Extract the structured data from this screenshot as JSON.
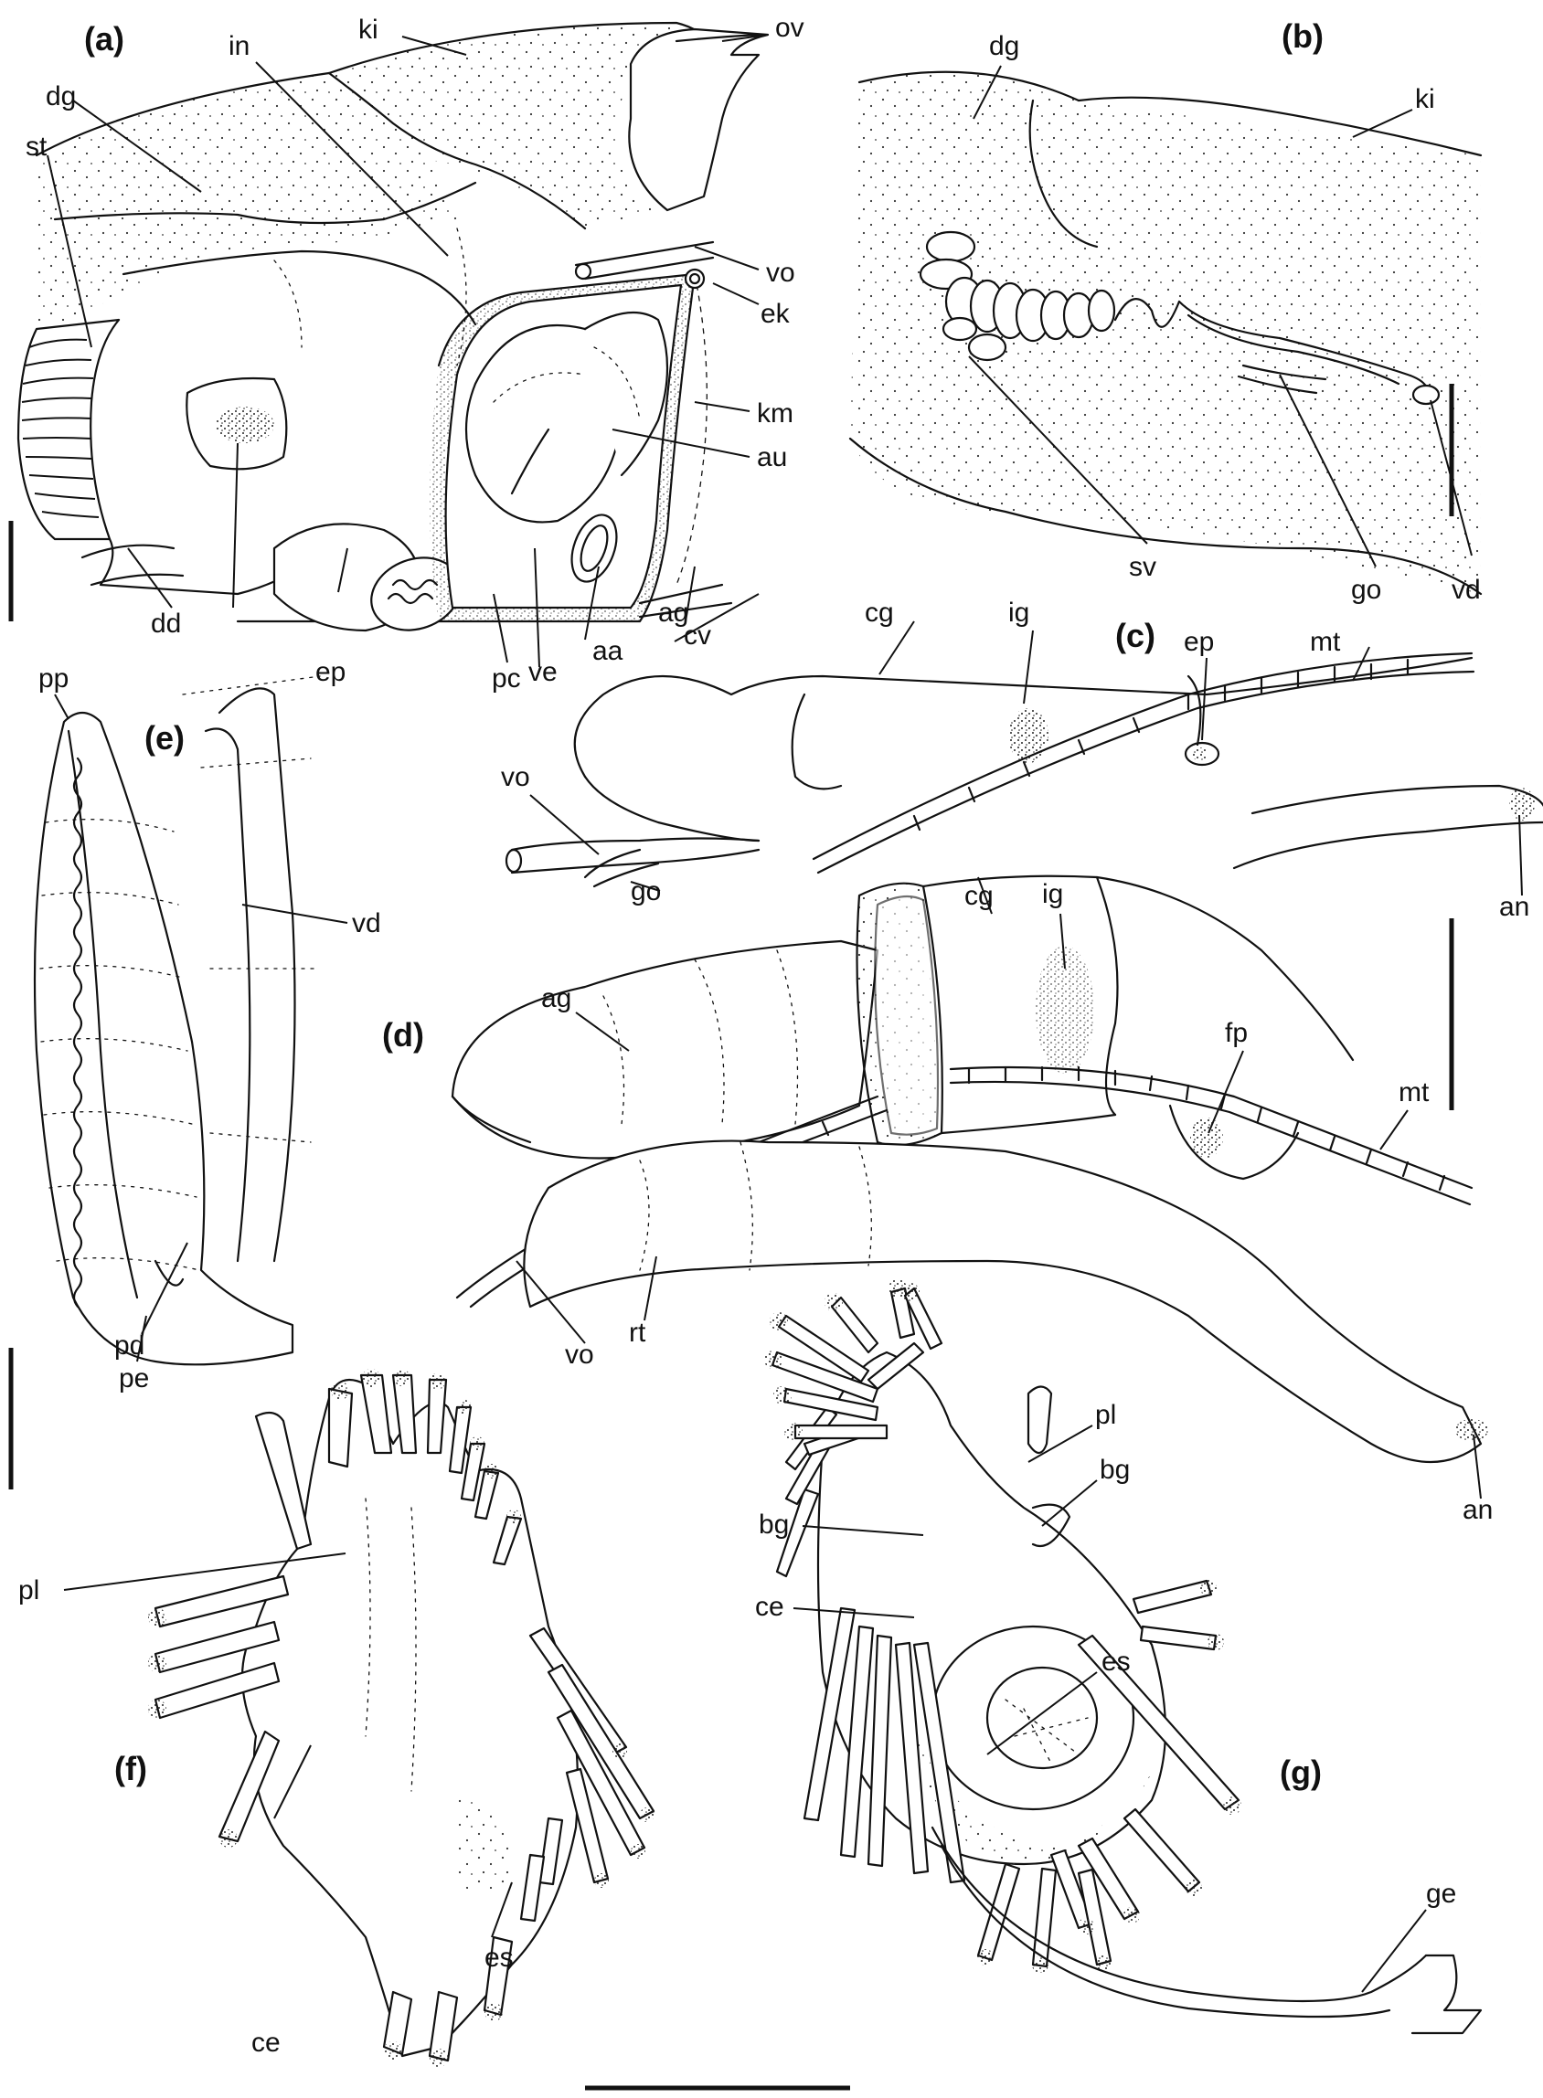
{
  "panels": {
    "a": "(a)",
    "b": "(b)",
    "c": "(c)",
    "d": "(d)",
    "e": "(e)",
    "f": "(f)",
    "g": "(g)"
  },
  "labels": {
    "a": {
      "in": "in",
      "ki": "ki",
      "ov": "ov",
      "dg": "dg",
      "st": "st",
      "vo": "vo",
      "ek": "ek",
      "km": "km",
      "au": "au",
      "dd": "dd",
      "ep": "ep",
      "pc": "pc",
      "ve": "ve",
      "aa": "aa",
      "cv": "cv"
    },
    "b": {
      "dg": "dg",
      "ki": "ki",
      "sv": "sv",
      "go": "go",
      "vd": "vd"
    },
    "c": {
      "ag": "ag",
      "cg": "cg",
      "ig": "ig",
      "ep": "ep",
      "mt": "mt",
      "vo": "vo",
      "go": "go",
      "an": "an"
    },
    "d": {
      "cg": "cg",
      "ig": "ig",
      "ag": "ag",
      "fp": "fp",
      "mt": "mt",
      "vo": "vo",
      "rt": "rt",
      "an": "an"
    },
    "e": {
      "pp": "pp",
      "vd": "vd",
      "pd": "pd",
      "pe": "pe"
    },
    "f": {
      "pl": "pl",
      "ce": "ce",
      "es": "es"
    },
    "g": {
      "pl": "pl",
      "bg1": "bg",
      "bg2": "bg",
      "es": "es",
      "ce": "ce",
      "ge": "ge"
    }
  }
}
